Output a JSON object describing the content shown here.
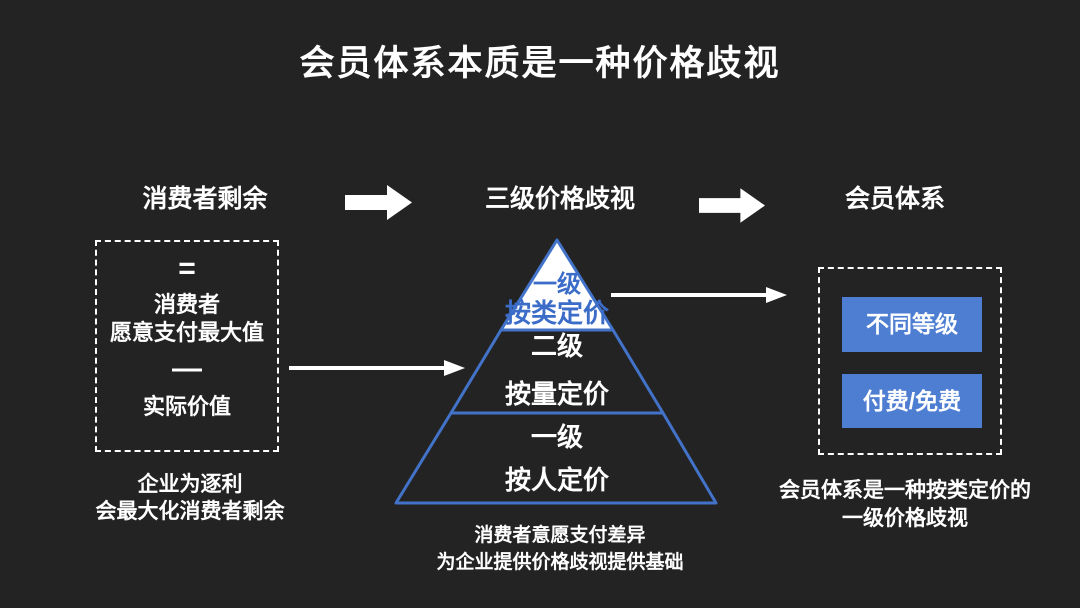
{
  "title": "会员体系本质是一种价格歧视",
  "colors": {
    "background": "#232323",
    "text_white": "#ffffff",
    "pyramid_stroke": "#4273c9",
    "pyramid_top_fill": "#ffffff",
    "pyramid_top_text": "#3b6cc8",
    "chip_fill": "#4d7ed2"
  },
  "left": {
    "header": "消费者剩余",
    "box": {
      "equals_sign": "=",
      "line1": "消费者",
      "line2": "愿意支付最大值",
      "minus_sign": "—",
      "line3": "实际价值"
    },
    "caption": [
      "企业为逐利",
      "会最大化消费者剩余"
    ]
  },
  "middle": {
    "header": "三级价格歧视",
    "pyramid": [
      {
        "level": "一级",
        "label": "按类定价"
      },
      {
        "level": "二级",
        "label": "按量定价"
      },
      {
        "level": "一级",
        "label": "按人定价"
      }
    ],
    "caption": [
      "消费者意愿支付差异",
      "为企业提供价格歧视提供基础"
    ]
  },
  "right": {
    "header": "会员体系",
    "buttons": [
      "不同等级",
      "付费/免费"
    ],
    "caption": [
      "会员体系是一种按类定价的",
      "一级价格歧视"
    ]
  }
}
